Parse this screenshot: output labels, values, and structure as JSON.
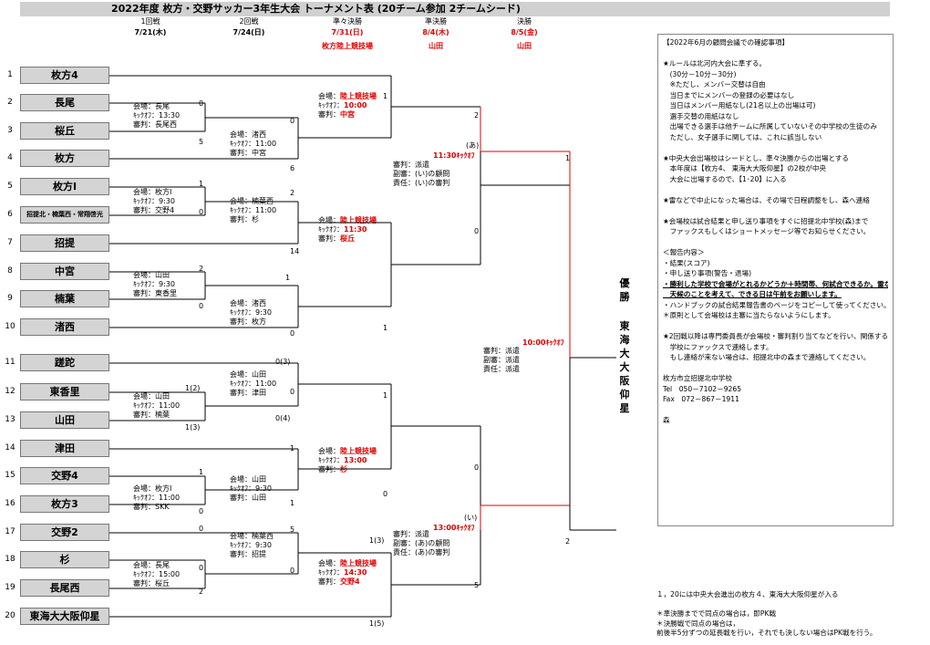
{
  "title": "2022年度 枚方・交野サッカー3年生大会 トーナメント表 (20チーム参加 2チームシード)",
  "rounds": [
    {
      "name": "1回戦",
      "date": "7/21(木)",
      "venue": ""
    },
    {
      "name": "2回戦",
      "date": "7/24(日)",
      "venue": ""
    },
    {
      "name": "準々決勝",
      "date": "7/31(日)",
      "venue": "枚方陸上競技場"
    },
    {
      "name": "準決勝",
      "date": "8/4(木)",
      "venue": "山田"
    },
    {
      "name": "決勝",
      "date": "8/5(金)",
      "venue": "山田"
    }
  ],
  "teams": [
    {
      "no": "1",
      "name": "枚方4"
    },
    {
      "no": "2",
      "name": "長尾"
    },
    {
      "no": "3",
      "name": "桜丘"
    },
    {
      "no": "4",
      "name": "枚方"
    },
    {
      "no": "5",
      "name": "枚方Ⅰ"
    },
    {
      "no": "6",
      "name": "招提北・楠葉西・常翔啓光"
    },
    {
      "no": "7",
      "name": "招提"
    },
    {
      "no": "8",
      "name": "中宮"
    },
    {
      "no": "9",
      "name": "楠葉"
    },
    {
      "no": "10",
      "name": "渚西"
    },
    {
      "no": "11",
      "name": "蹉跎"
    },
    {
      "no": "12",
      "name": "東香里"
    },
    {
      "no": "13",
      "name": "山田"
    },
    {
      "no": "14",
      "name": "津田"
    },
    {
      "no": "15",
      "name": "交野4"
    },
    {
      "no": "16",
      "name": "枚方3"
    },
    {
      "no": "17",
      "name": "交野2"
    },
    {
      "no": "18",
      "name": "杉"
    },
    {
      "no": "19",
      "name": "長尾西"
    },
    {
      "no": "20",
      "name": "東海大大阪仰星"
    }
  ],
  "matches": [
    {
      "l1": "会場：長尾",
      "l2": "ｷｯｸｵﾌ：13:30",
      "l3": "審判：長尾西"
    },
    {
      "l1": "会場：枚方Ⅰ",
      "l2": "ｷｯｸｵﾌ：9:30",
      "l3": "審判：交野4"
    },
    {
      "l1": "会場：山田",
      "l2": "ｷｯｸｵﾌ：9:30",
      "l3": "審判：東香里"
    },
    {
      "l1": "会場：山田",
      "l2": "ｷｯｸｵﾌ：11:00",
      "l3": "審判：楠葉"
    },
    {
      "l1": "会場：枚方Ⅰ",
      "l2": "ｷｯｸｵﾌ：11:00",
      "l3": "審判：SKK"
    },
    {
      "l1": "会場：長尾",
      "l2": "ｷｯｸｵﾌ：15:00",
      "l3": "審判：桜丘"
    },
    {
      "l1": "会場：渚西",
      "l2": "ｷｯｸｵﾌ：11:00",
      "l3": "審判：中宮"
    },
    {
      "l1": "会場：楠葉西",
      "l2": "ｷｯｸｵﾌ：11:00",
      "l3": "審判：杉"
    },
    {
      "l1": "会場：渚西",
      "l2": "ｷｯｸｵﾌ：9:30",
      "l3": "審判：枚方"
    },
    {
      "l1": "会場：山田",
      "l2": "ｷｯｸｵﾌ：11:00",
      "l3": "審判：津田"
    },
    {
      "l1": "会場：山田",
      "l2": "ｷｯｸｵﾌ：9:30",
      "l3": "審判：山田"
    },
    {
      "l1": "会場：楠葉西",
      "l2": "ｷｯｸｵﾌ：9:30",
      "l3": "審判：招提"
    },
    {
      "l1": "会場：陸上競技場",
      "l2": "ｷｯｸｵﾌ：10:00",
      "l3": "審判：中宮"
    },
    {
      "l1": "会場：陸上競技場",
      "l2": "ｷｯｸｵﾌ：11:30",
      "l3": "審判：桜丘"
    },
    {
      "l1": "会場：陸上競技場",
      "l2": "ｷｯｸｵﾌ：13:00",
      "l3": "審判：杉"
    },
    {
      "l1": "会場：陸上競技場",
      "l2": "ｷｯｸｵﾌ：14:30",
      "l3": "審判：交野4"
    },
    {
      "l1": "審判：派遣",
      "l2": "副審：(い)の顧問",
      "l3": "責任：(い)の審判"
    },
    {
      "l1": "審判：派遣",
      "l2": "副審：(あ)の顧問",
      "l3": "責任：(あ)の審判"
    },
    {
      "l1": "審判：派遣",
      "l2": "副審：派遣",
      "l3": "責任：派遣"
    }
  ],
  "scores": [
    "0",
    "5",
    "1",
    "0",
    "2",
    "0",
    "0(3)",
    "1(2)",
    "0(4)",
    "1(3)",
    "1",
    "0",
    "0",
    "0",
    "2",
    "0",
    "6",
    "2",
    "14",
    "1",
    "0",
    "0",
    "1",
    "1",
    "5",
    "0",
    "1(3)",
    "1(5)",
    "1",
    "1",
    "1",
    "0",
    "2",
    "0",
    "0",
    "5",
    "1",
    "2"
  ],
  "kickoffs": [
    "11:30ｷｯｸｵﾌ",
    "13:00ｷｯｸｵﾌ",
    "10:00ｷｯｸｵﾌ"
  ],
  "tags": [
    "(あ)",
    "(い)"
  ],
  "champion": {
    "label": "優勝",
    "team": "東海大大阪仰星"
  },
  "notes": [
    "【2022年6月の顧問会議での確認事項】",
    "",
    "★ルールは北河内大会に準ずる。",
    "　(30分－10分－30分)",
    "　※ただし、メンバー交替は自由",
    "　当日までにメンバーの登録の必要はなし",
    "　当日はメンバー用紙なし(21名以上の出場は可)",
    "　選手交替の用紙はなし",
    "　出場できる選手は他チームに所属していないその中学校の生徒のみ",
    "　ただし、女子選手に関しては、これに該当しない",
    "",
    "★中央大会出場校はシードとし、準々決勝からの出場とする",
    "　本年度は【枚方4、 東海大大阪仰星】の2校が中央",
    "　大会に出場するので、【1･20】に入る",
    "",
    "★雷などで中止になった場合は、その場で日程調整をし、森へ連絡",
    "",
    "★会場校は試合結果と申し送り事項をすぐに招提北中学校(森)まで",
    "　ファックスもしくはショートメッセージ等でお知らせください。",
    "",
    "＜報告内容＞",
    "・結果(スコア)",
    "・申し送り事項(警告・退場)",
    "・勝利した学校で会場がとれるかどうか＋時間帯、何試合できるか。雷など",
    "　天候のことを考えて、できる日は午前をお願いします。",
    "・ハンドブックの試合結果報告書のページをコピーして使ってください。",
    "＊原則として会場校は主審に当たらないようにします。",
    "",
    "★2回戦以降は専門委員長が会場校・審判割り当てなどを行い、関係する",
    "　学校にファックスで連絡します。",
    "　もし連絡が来ない場合は、招提北中の森まで連絡してください。",
    "",
    "枚方市立招提北中学校",
    "Tel　050－7102－9265",
    "Fax　072－867－1911",
    "",
    "森"
  ],
  "footer": [
    "１，20には中央大会進出の枚方４、東海大大阪仰星が入る",
    "",
    "＊準決勝までで同点の場合は，即PK戦",
    "＊決勝戦で同点の場合は，",
    "前後半5分ずつの延長戦を行い，それでも決しない場合はPK戦を行う。"
  ]
}
